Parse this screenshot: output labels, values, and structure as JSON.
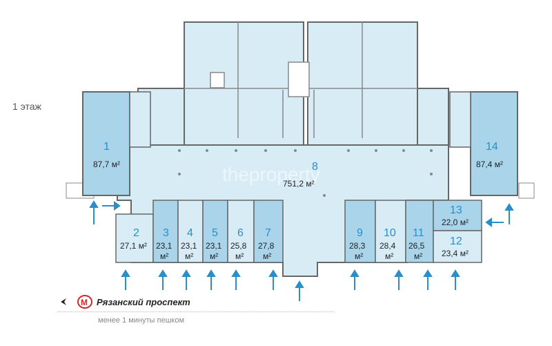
{
  "floor_label": "1 этаж",
  "watermark": "theproperty",
  "units": [
    {
      "id": "1",
      "num": "1",
      "area": "87,7"
    },
    {
      "id": "2",
      "num": "2",
      "area": "27,1"
    },
    {
      "id": "3",
      "num": "3",
      "area": "23,1"
    },
    {
      "id": "4",
      "num": "4",
      "area": "23,1"
    },
    {
      "id": "5",
      "num": "5",
      "area": "23,1"
    },
    {
      "id": "6",
      "num": "6",
      "area": "25,8"
    },
    {
      "id": "7",
      "num": "7",
      "area": "27,8"
    },
    {
      "id": "8",
      "num": "8",
      "area": "751,2"
    },
    {
      "id": "9",
      "num": "9",
      "area": "28,3"
    },
    {
      "id": "10",
      "num": "10",
      "area": "28,4"
    },
    {
      "id": "11",
      "num": "11",
      "area": "26,5"
    },
    {
      "id": "12",
      "num": "12",
      "area": "23,4"
    },
    {
      "id": "13",
      "num": "13",
      "area": "22,0"
    },
    {
      "id": "14",
      "num": "14",
      "area": "87,4"
    }
  ],
  "unit_suffix": "м²",
  "metro": {
    "station": "Рязанский проспект",
    "walk": "менее 1 минуты пешком",
    "logo_letter": "М"
  },
  "colors": {
    "highlight": "#a9d4ea",
    "base": "#d8ecf6",
    "wall": "#666666",
    "accent": "#2a8ec8",
    "metro_red": "#d2262b"
  }
}
